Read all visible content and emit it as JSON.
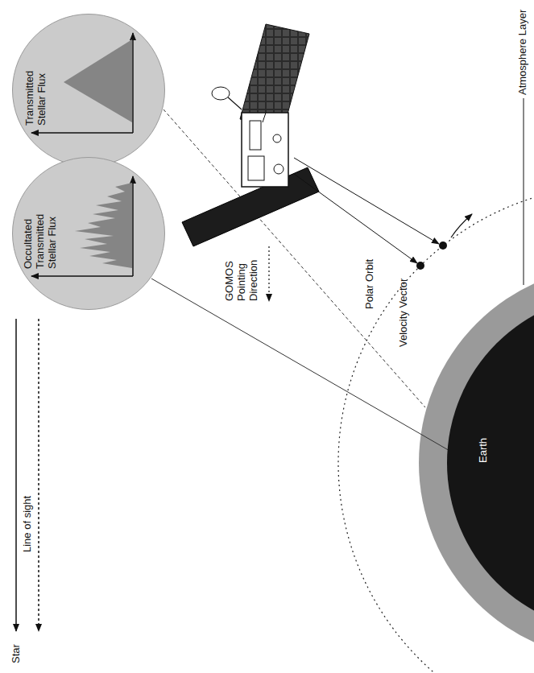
{
  "diagram": {
    "nodes": [
      {
        "text": [
          "Transmitted Stellar Flux"
        ]
      },
      {
        "text": [
          "Occultated Transmitted Stellar Flux"
        ]
      },
      {
        "text": [
          "Earth"
        ]
      }
    ],
    "labels": [
      "GOMOS Pointing Direction",
      "Polar Orbit",
      "Velocity Vector",
      "Atmosphere Layer",
      "Line of sight",
      "Star"
    ]
  }
}
